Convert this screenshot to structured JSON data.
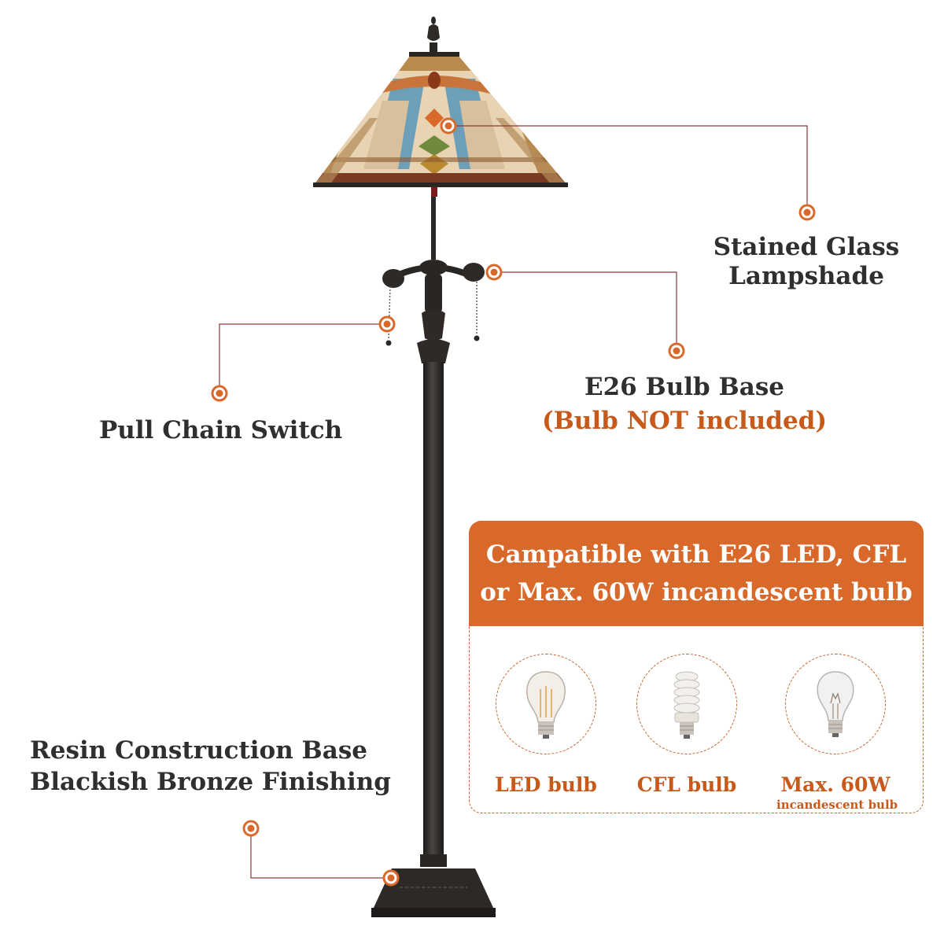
{
  "callouts": {
    "lampshade": {
      "line1": "Stained Glass",
      "line2": "Lampshade"
    },
    "bulb_base": {
      "title": "E26 Bulb Base",
      "note": "(Bulb NOT included)"
    },
    "pull_chain": {
      "label": "Pull Chain Switch"
    },
    "base": {
      "line1": "Resin Construction Base",
      "line2": "Blackish Bronze Finishing"
    }
  },
  "compatibility": {
    "header_line1": "Campatible with E26 LED, CFL",
    "header_line2": "or Max. 60W incandescent bulb",
    "bulbs": [
      {
        "name": "LED bulb",
        "sub": "",
        "icon": "led-filament-bulb-icon"
      },
      {
        "name": "CFL bulb",
        "sub": "",
        "icon": "cfl-spiral-bulb-icon"
      },
      {
        "name": "Max. 60W",
        "sub": "incandescent bulb",
        "icon": "incandescent-bulb-icon"
      }
    ]
  },
  "colors": {
    "accent": "#d8692a",
    "accent_text": "#c75a1a",
    "leader_line": "#8a3a3a",
    "label_text": "#2f2f2f",
    "lamp_bronze": "#2a2624"
  }
}
